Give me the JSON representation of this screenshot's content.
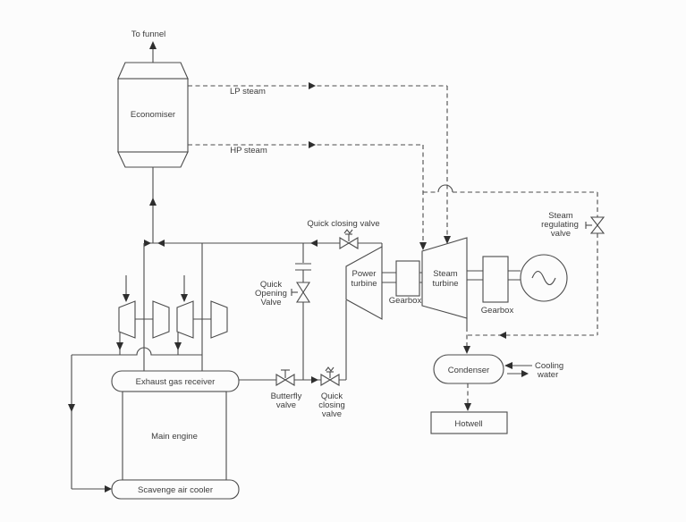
{
  "diagram": {
    "colors": {
      "line": "#4b4b4b",
      "text": "#3c3c3c",
      "background": "#fcfcfc"
    },
    "labels": {
      "to_funnel": "To funnel",
      "economiser": "Economiser",
      "lp_steam": "LP steam",
      "hp_steam": "HP steam",
      "quick_closing_valve_top": "Quick closing valve",
      "quick_opening_valve": {
        "line1": "Quick",
        "line2": "Opening",
        "line3": "Valve"
      },
      "power_turbine": {
        "line1": "Power",
        "line2": "turbine"
      },
      "gearbox1": "Gearbox",
      "steam_turbine": {
        "line1": "Steam",
        "line2": "turbine"
      },
      "gearbox2": "Gearbox",
      "steam_regulating_valve": {
        "line1": "Steam",
        "line2": "regulating",
        "line3": "valve"
      },
      "butterfly_valve": {
        "line1": "Butterfly",
        "line2": "valve"
      },
      "quick_closing_valve_bottom": {
        "line1": "Quick",
        "line2": "closing",
        "line3": "valve"
      },
      "exhaust_gas_receiver": "Exhaust gas receiver",
      "main_engine": "Main engine",
      "scavenge_air_cooler": "Scavenge air cooler",
      "condenser": "Condenser",
      "cooling_water": {
        "line1": "Cooling",
        "line2": "water"
      },
      "hotwell": "Hotwell"
    }
  }
}
